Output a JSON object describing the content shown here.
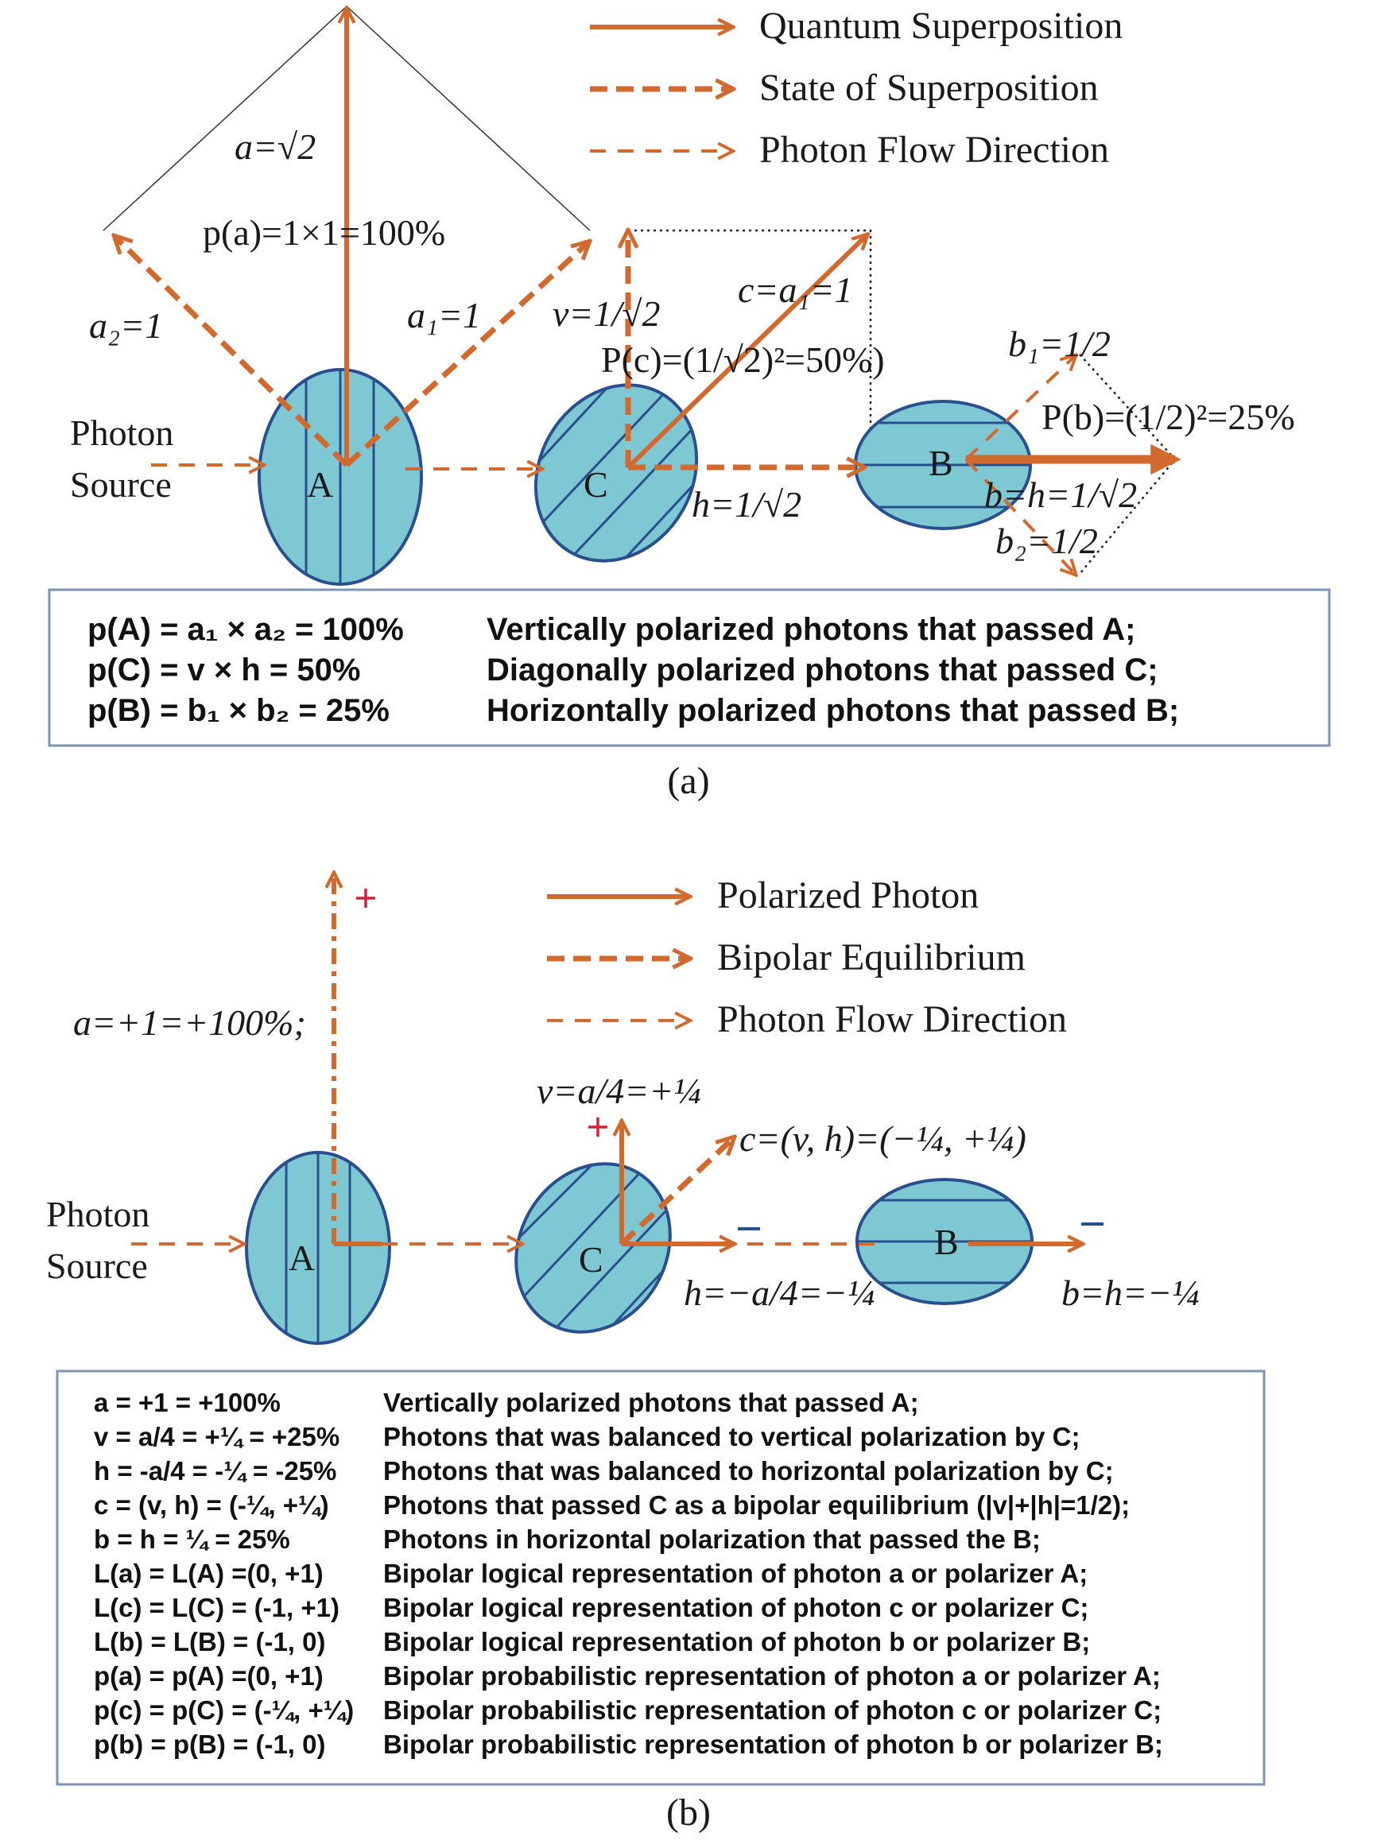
{
  "panel_a": {
    "legend": {
      "solid": "Quantum Superposition",
      "dashed_bold": "State of Superposition",
      "dashed_thin": "Photon Flow Direction"
    },
    "labels": {
      "a": "a=√2",
      "pa": "p(a)=1×1=100%",
      "a2": "a₂=1",
      "a1": "a₁=1",
      "v": "v=1/√2",
      "c": "c=a₁=1",
      "Pc": "P(c)=(1/√2)²=50%)",
      "b1": "b₁=1/2",
      "Pb": "P(b)=(1/2)²=25%",
      "h": "h=1/√2",
      "bh": "b=h=1/√2",
      "b2": "b₂=1/2",
      "source_line1": "Photon",
      "source_line2": "Source",
      "A": "A",
      "C": "C",
      "B": "B"
    },
    "box_rows": [
      {
        "formula": "p(A) =  a₁ × a₂  = 100%",
        "desc": "Vertically polarized photons that passed A;"
      },
      {
        "formula": "p(C) =  v × h  =  50%",
        "desc": "Diagonally polarized photons that passed C;"
      },
      {
        "formula": "p(B) =  b₁ × b₂  = 25%",
        "desc": "Horizontally polarized photons that passed B;"
      }
    ],
    "caption": "(a)"
  },
  "panel_b": {
    "legend": {
      "solid": "Polarized Photon",
      "dashed_bold": "Bipolar Equilibrium",
      "dashed_thin": "Photon Flow Direction"
    },
    "labels": {
      "a": "a=+1=+100%;",
      "v": "v=a/4=+¼",
      "c": "c=(v, h)=(−¼, +¼)",
      "h": "h=−a/4=−¼",
      "bh": "b=h=−¼",
      "source_line1": "Photon",
      "source_line2": "Source",
      "A": "A",
      "C": "C",
      "B": "B"
    },
    "box_rows": [
      {
        "formula": "a = +1  = +100%",
        "desc": "Vertically polarized photons that passed A;"
      },
      {
        "formula": "v = a/4 = +¼ = +25%",
        "desc": "Photons that was balanced to vertical polarization by C;"
      },
      {
        "formula": "h = -a/4 = -¼ = -25%",
        "desc": "Photons that was balanced to horizontal polarization by C;"
      },
      {
        "formula": "c = (v, h) = (-¼, +¼)",
        "desc": "Photons that passed C as a bipolar equilibrium (|v|+|h|=1/2);"
      },
      {
        "formula": "b = h = ¼ = 25%",
        "desc": "Photons in horizontal polarization that passed the B;"
      },
      {
        "formula": "L(a) = L(A) =(0, +1)",
        "desc": "Bipolar logical representation of photon a or polarizer A;"
      },
      {
        "formula": "L(c) = L(C) = (-1, +1)",
        "desc": "Bipolar logical representation of photon c or polarizer C;"
      },
      {
        "formula": "L(b) = L(B) = (-1, 0)",
        "desc": "Bipolar logical representation of photon b or polarizer B;"
      },
      {
        "formula": "p(a) = p(A) =(0, +1)",
        "desc": "Bipolar probabilistic representation of photon a or polarizer A;"
      },
      {
        "formula": "p(c) = p(C) = (-¼, +¼)",
        "desc": "Bipolar probabilistic representation of photon c or polarizer C;"
      },
      {
        "formula": "p(b) = p(B) = (-1, 0)",
        "desc": "Bipolar probabilistic representation of photon b or polarizer B;"
      }
    ],
    "caption": "(b)"
  },
  "colors": {
    "arrow": "#d2692e",
    "polarizer_fill": "#7ec8d4",
    "polarizer_line": "#2a4f8f",
    "plus_sign": "#d0203a"
  }
}
